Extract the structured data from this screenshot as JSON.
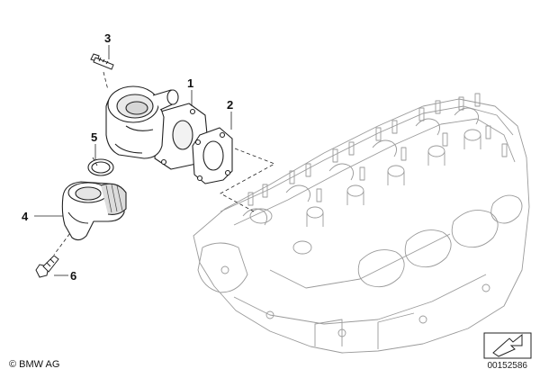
{
  "callouts": {
    "c1": "1",
    "c2": "2",
    "c3": "3",
    "c4": "4",
    "c5": "5",
    "c6": "6"
  },
  "footer": {
    "copyright_symbol": "©",
    "copyright": "BMW AG",
    "ref_number": "00152586"
  },
  "icons": {
    "orientation": "arrow-pointer-icon"
  }
}
